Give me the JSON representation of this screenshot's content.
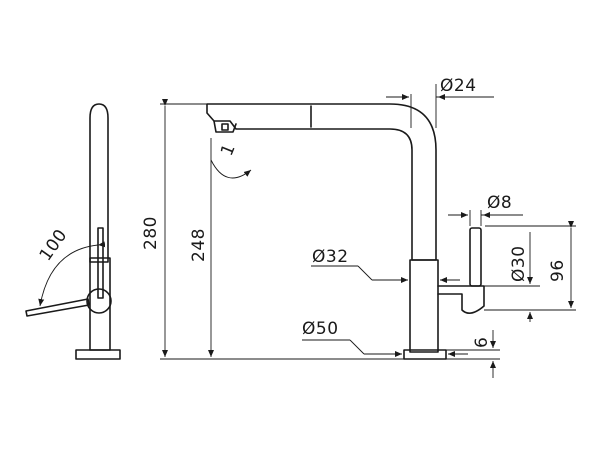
{
  "dimensions": {
    "d24": "Ø24",
    "d8": "Ø8",
    "d32": "Ø32",
    "d30": "Ø30",
    "d50": "Ø50",
    "h96": "96",
    "h6": "6",
    "h280": "280",
    "h248": "248",
    "angle100": "100",
    "angle1": "1"
  }
}
